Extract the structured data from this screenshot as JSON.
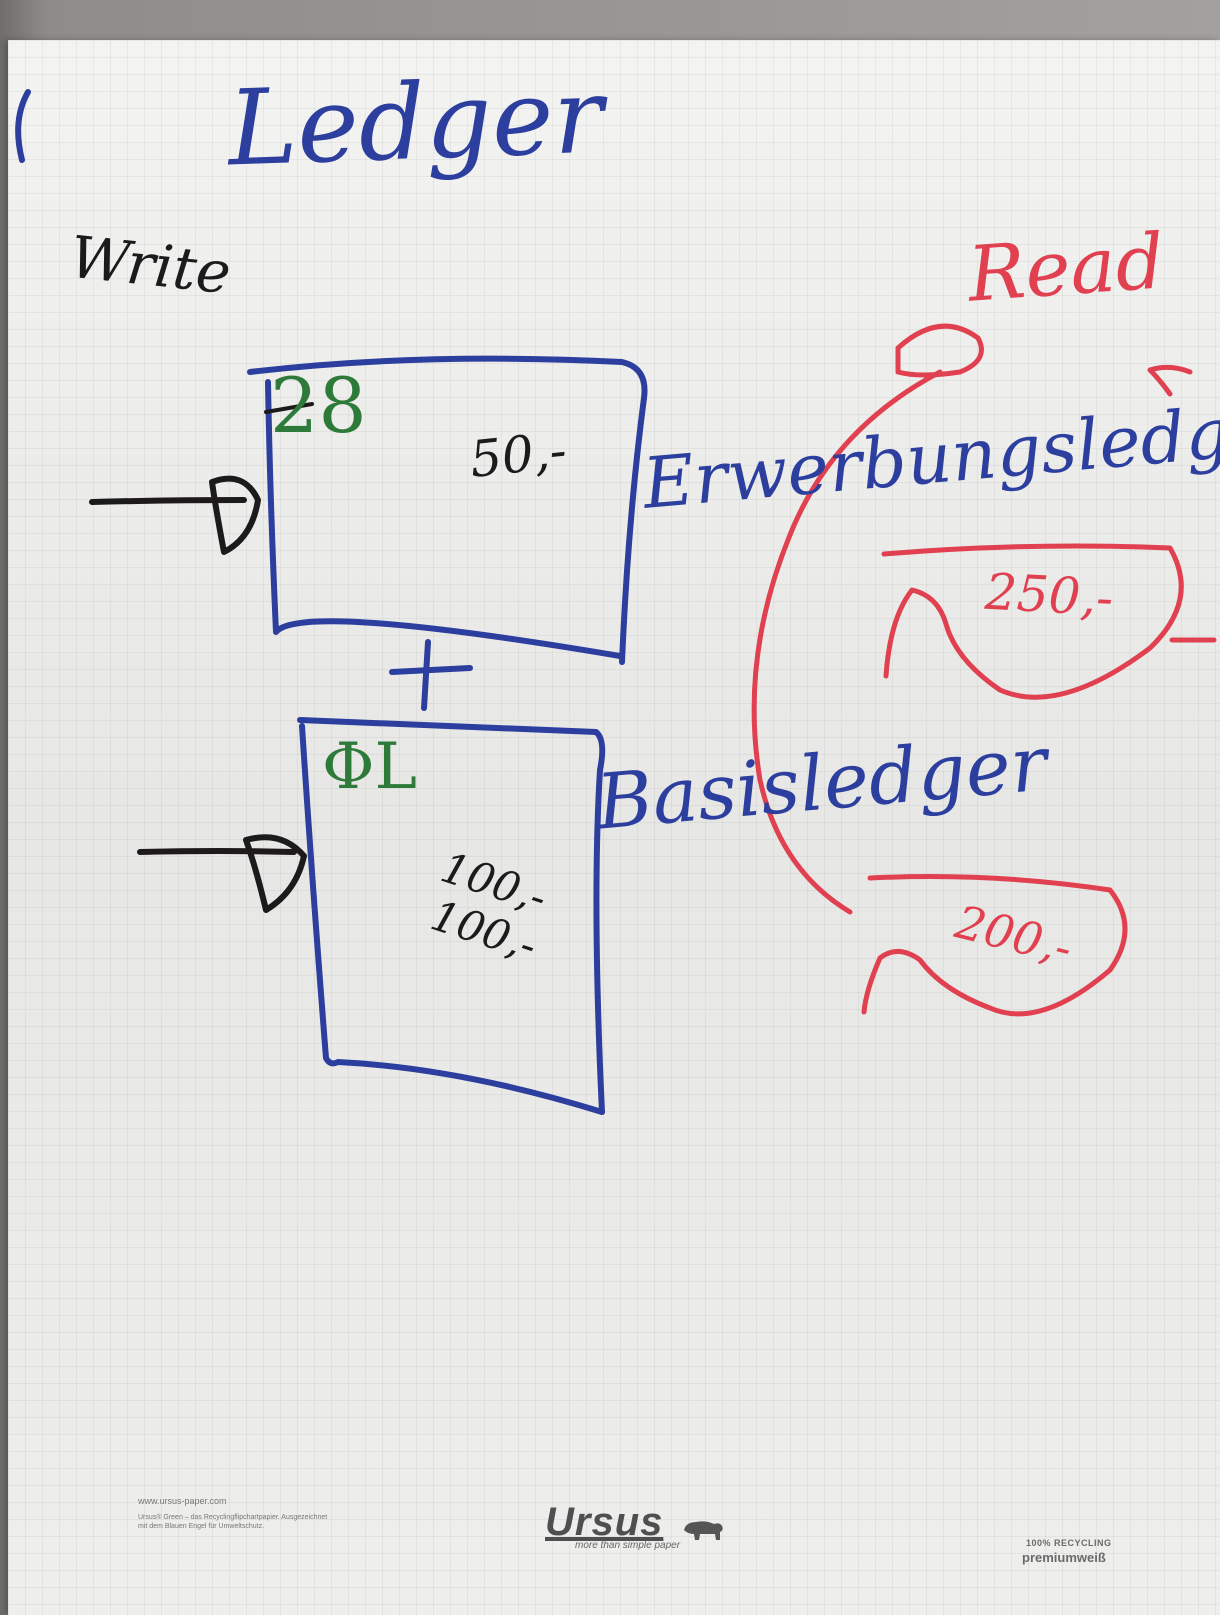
{
  "flipchart": {
    "title": "Ledger",
    "write_label": "Write",
    "read_label": "Read",
    "box1": {
      "number": "28",
      "value": "50,-",
      "label": "Erwerbungsledger"
    },
    "box2": {
      "number": "ΦL",
      "values": [
        "100,-",
        "100,-"
      ],
      "label": "Basisledger"
    },
    "read_values": [
      "250,-",
      "200,-"
    ]
  },
  "footer": {
    "website": "www.ursus-paper.com",
    "description": "Ursus® Green – das Recyclingflipchartpapier. Ausgezeichnet mit dem Blauen Engel für Umweltschutz.",
    "brand": "Ursus",
    "tagline": "more than simple paper",
    "recycling": "100% RECYCLING",
    "paper_grade": "premiumweiß"
  },
  "colors": {
    "ink_blue": "#2c3e9e",
    "ink_black": "#1c1a1a",
    "ink_green": "#2e7a3a",
    "ink_red": "#e0404f",
    "paper": "#f3f3f1"
  },
  "icons": [
    "bear-logo-icon"
  ]
}
